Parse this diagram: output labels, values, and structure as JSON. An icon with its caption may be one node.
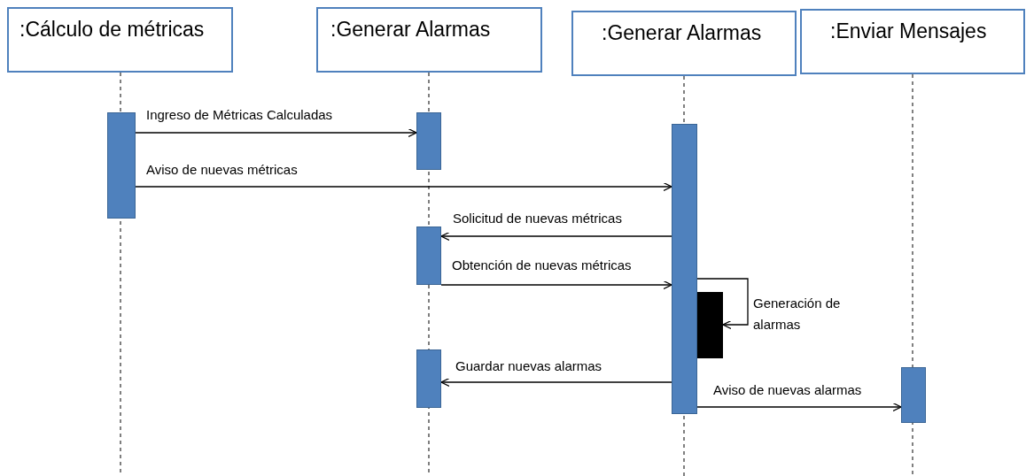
{
  "diagram": {
    "nodes": [
      {
        "text": [
          ":Cálculo de métricas"
        ]
      },
      {
        "text": [
          ":Generar Alarmas"
        ]
      },
      {
        "text": [
          ":Generar Alarmas"
        ]
      },
      {
        "text": [
          ":Enviar Mensajes"
        ]
      },
      {
        "text": [],
        "shape": "bar"
      },
      {
        "text": [],
        "shape": "bar"
      },
      {
        "text": [],
        "shape": "bar"
      },
      {
        "text": [],
        "shape": "bar"
      },
      {
        "text": [],
        "shape": "bar"
      },
      {
        "text": [],
        "shape": "bar"
      },
      {
        "text": [],
        "shape": "bar"
      }
    ],
    "edges": [
      {
        "from": 4,
        "to": 5,
        "arrow": "to",
        "label": "Ingreso de Métricas Calculadas"
      },
      {
        "from": 4,
        "to": 8,
        "arrow": "to",
        "label": "Aviso de nuevas métricas"
      },
      {
        "from": 8,
        "to": 6,
        "arrow": "to",
        "label": "Solicitud de nuevas métricas"
      },
      {
        "from": 6,
        "to": 8,
        "arrow": "to",
        "label": "Obtención de nuevas métricas"
      },
      {
        "from": 8,
        "to": 9,
        "arrow": "to",
        "label": "Generación de alarmas"
      },
      {
        "from": 8,
        "to": 7,
        "arrow": "to",
        "label": "Guardar nuevas alarmas"
      },
      {
        "from": 8,
        "to": 10,
        "arrow": "to",
        "label": "Aviso de nuevas alarmas"
      }
    ]
  }
}
